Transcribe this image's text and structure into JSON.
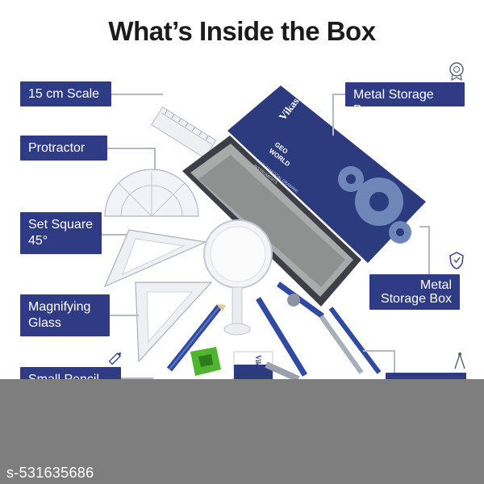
{
  "title": "What’s Inside the Box",
  "labels": {
    "scale": "15 cm Scale",
    "protractor": "Protractor",
    "set_square_line1": "Set Square",
    "set_square_line2": "45°",
    "magnifying_line1": "Magnifying",
    "magnifying_line2": "Glass",
    "small_pencil": "Small Pencil",
    "metal_storage_top": "Metal Storage Box",
    "metal_storage_line1": "Metal",
    "metal_storage_line2": "Storage Box"
  },
  "box_print": {
    "brand": "Vikas'",
    "tm": "TM",
    "product_line1": "GEO",
    "product_line2": "WORLD",
    "subtitle_line1": "MATHEMATICAL DRAWING",
    "subtitle_line2": "INSTRUMENTS"
  },
  "eraser_brand": "Vikas'",
  "watermark": "s-531635686",
  "colors": {
    "label_bg": "#2f3b85",
    "box_blue": "#2c3a7e",
    "sharpener": "#4fb52e",
    "footer": "#7e7e7e"
  },
  "icons": [
    "badge-icon",
    "shield-icon",
    "pencil-icon",
    "compass-icon"
  ]
}
